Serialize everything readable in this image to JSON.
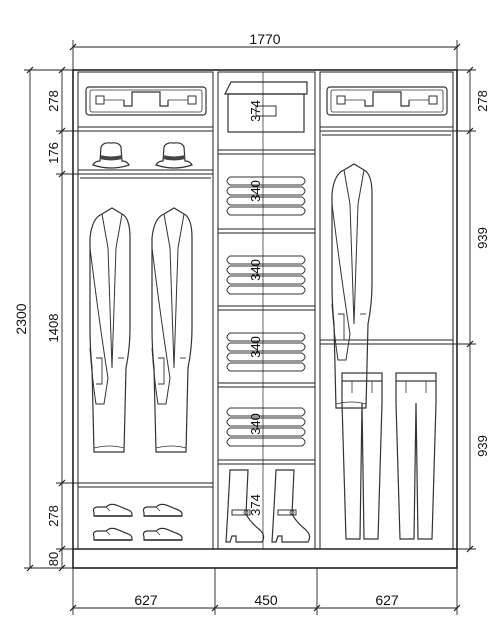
{
  "overall": {
    "width": "1770",
    "height": "2300"
  },
  "bottom_widths": {
    "left": "627",
    "middle": "450",
    "right": "627"
  },
  "left_heights": {
    "top_shelf": "278",
    "hat_shelf": "176",
    "hanging": "1408",
    "shoe_shelf": "278",
    "plinth": "80"
  },
  "right_heights": {
    "top_shelf": "278",
    "upper_hanging": "939",
    "lower_hanging": "939"
  },
  "middle_heights": {
    "box": "374",
    "shelf_1": "340",
    "shelf_2": "340",
    "shelf_3": "340",
    "shelf_4": "340",
    "boots": "374"
  },
  "icons": {
    "suitcase": "suitcase-icon",
    "hat": "hat-icon",
    "jacket": "jacket-icon",
    "shoes": "shoes-icon",
    "box": "storage-box-icon",
    "towels": "folded-towels-icon",
    "boots": "boots-icon",
    "trousers": "trousers-icon"
  },
  "colors": {
    "line": "#222222",
    "icon": "#333333",
    "background": "#ffffff"
  }
}
